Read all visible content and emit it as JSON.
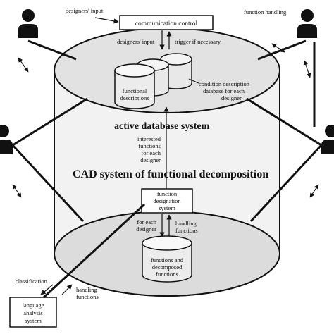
{
  "labels": {
    "designers_input_top": "designers' input",
    "communication_control": "communication control",
    "function_handling_top": "function handling",
    "designers_input_inner": "designers' input",
    "trigger": "trigger if necessary",
    "functional_descriptions_1": "functional",
    "functional_descriptions_2": "descriptions",
    "condition_1": "condition description",
    "condition_2": "database for each",
    "condition_3": "designer",
    "active_database_system": "active database system",
    "interested_1": "interested",
    "interested_2": "functions",
    "interested_3": "for each",
    "interested_4": "designer",
    "cad_title": "CAD system of functional decomposition",
    "fds_1": "function",
    "fds_2": "designation",
    "fds_3": "system",
    "for_each_designer_1": "for each",
    "for_each_designer_2": "designer",
    "handling_functions_inner_1": "handling",
    "handling_functions_inner_2": "functions",
    "fdf_1": "functions and",
    "fdf_2": "decomposed",
    "fdf_3": "functions",
    "classification": "classification",
    "handling_functions_outer_1": "handling",
    "handling_functions_outer_2": "functions",
    "las_1": "language",
    "las_2": "analysis",
    "las_3": "system"
  },
  "colors": {
    "ink": "#111111",
    "fill_light": "#e4e4e4",
    "fill_mid": "#d2d2d2",
    "background": "#ffffff"
  },
  "icons": [
    "user-icon-top-left",
    "user-icon-top-right",
    "user-icon-left",
    "user-icon-right"
  ]
}
